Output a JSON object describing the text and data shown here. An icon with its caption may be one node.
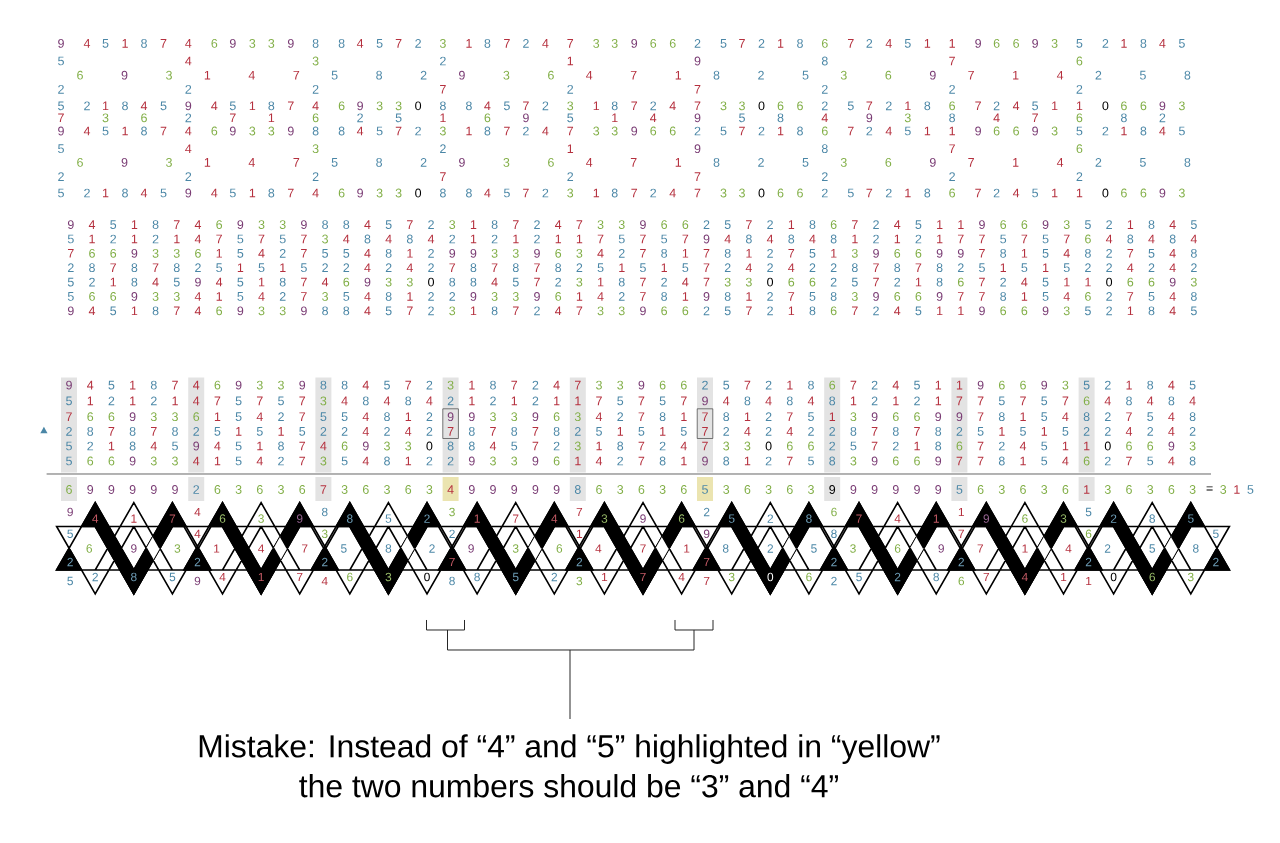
{
  "diagram": {
    "labels": [
      "9",
      "4",
      "5",
      "1",
      "8",
      "7",
      "4",
      "6",
      "9",
      "3",
      "3",
      "9",
      "8",
      "8",
      "4",
      "5",
      "7",
      "2",
      "3",
      "1",
      "8",
      "7",
      "2",
      "4",
      "7",
      "3",
      "3",
      "9",
      "6",
      "6",
      "2",
      "5",
      "7",
      "2",
      "1",
      "8",
      "6",
      "7",
      "2",
      "4",
      "5",
      "1",
      "1",
      "9",
      "6",
      "6",
      "9",
      "3",
      "5",
      "2",
      "1",
      "8",
      "4",
      "5",
      "5",
      "4",
      "3",
      "2",
      "1",
      "9",
      "8",
      "7",
      "6",
      "6",
      "9",
      "3",
      "1",
      "4",
      "7",
      "5",
      "8",
      "2",
      "9",
      "3",
      "6",
      "4",
      "7",
      "1",
      "8",
      "2",
      "5",
      "3",
      "6",
      "9",
      "7",
      "1",
      "4",
      "2",
      "5",
      "8",
      "2",
      "2",
      "2",
      "7",
      "2",
      "7",
      "2",
      "2",
      "2",
      "5",
      "2",
      "1",
      "8",
      "4",
      "5",
      "9",
      "4",
      "5",
      "1",
      "8",
      "7",
      "4",
      "6",
      "9",
      "3",
      "3",
      "0",
      "8",
      "8",
      "4",
      "5",
      "7",
      "2",
      "3",
      "1",
      "8",
      "7",
      "2",
      "4",
      "7",
      "3",
      "3",
      "0",
      "6",
      "6",
      "2",
      "5",
      "7",
      "2",
      "1",
      "8",
      "6",
      "7",
      "2",
      "4",
      "5",
      "1",
      "1",
      "0",
      "6",
      "6",
      "9",
      "3",
      "7",
      "3",
      "6",
      "2",
      "7",
      "1",
      "6",
      "2",
      "5",
      "1",
      "6",
      "9",
      "5",
      "1",
      "4",
      "9",
      "5",
      "8",
      "4",
      "9",
      "3",
      "8",
      "4",
      "7",
      "6",
      "8",
      "2",
      "9",
      "4",
      "5",
      "1",
      "8",
      "7",
      "4",
      "6",
      "9",
      "3",
      "3",
      "9",
      "8",
      "8",
      "4",
      "5",
      "7",
      "2",
      "3",
      "1",
      "8",
      "7",
      "2",
      "4",
      "7",
      "3",
      "3",
      "9",
      "6",
      "6",
      "2",
      "5",
      "7",
      "2",
      "1",
      "8",
      "6",
      "7",
      "2",
      "4",
      "5",
      "1",
      "1",
      "9",
      "6",
      "6",
      "9",
      "3",
      "5",
      "2",
      "1",
      "8",
      "4",
      "5",
      "5",
      "4",
      "3",
      "2",
      "1",
      "9",
      "8",
      "7",
      "6",
      "6",
      "9",
      "3",
      "1",
      "4",
      "7",
      "5",
      "8",
      "2",
      "9",
      "3",
      "6",
      "4",
      "7",
      "1",
      "8",
      "2",
      "5",
      "3",
      "6",
      "9",
      "7",
      "1",
      "4",
      "2",
      "5",
      "8",
      "2",
      "2",
      "2",
      "7",
      "2",
      "7",
      "2",
      "2",
      "2",
      "5",
      "2",
      "1",
      "8",
      "4",
      "5",
      "9",
      "4",
      "5",
      "1",
      "8",
      "7",
      "4",
      "6",
      "9",
      "3",
      "3",
      "0",
      "8",
      "8",
      "4",
      "5",
      "7",
      "2",
      "3",
      "1",
      "8",
      "7",
      "2",
      "4",
      "7",
      "3",
      "3",
      "0",
      "6",
      "6",
      "2",
      "5",
      "7",
      "2",
      "1",
      "8",
      "6",
      "7",
      "2",
      "4",
      "5",
      "1",
      "1",
      "0",
      "6",
      "6",
      "9",
      "3",
      "9",
      "4",
      "5",
      "1",
      "8",
      "7",
      "4",
      "6",
      "9",
      "3",
      "3",
      "9",
      "8",
      "8",
      "4",
      "5",
      "7",
      "2",
      "3",
      "1",
      "8",
      "7",
      "2",
      "4",
      "7",
      "3",
      "3",
      "9",
      "6",
      "6",
      "2",
      "5",
      "7",
      "2",
      "1",
      "8",
      "6",
      "7",
      "2",
      "4",
      "5",
      "1",
      "1",
      "9",
      "6",
      "6",
      "9",
      "3",
      "5",
      "2",
      "1",
      "8",
      "4",
      "5",
      "5",
      "1",
      "2",
      "1",
      "2",
      "1",
      "4",
      "7",
      "5",
      "7",
      "5",
      "7",
      "3",
      "4",
      "8",
      "4",
      "8",
      "4",
      "2",
      "1",
      "2",
      "1",
      "2",
      "1",
      "1",
      "7",
      "5",
      "7",
      "5",
      "7",
      "9",
      "4",
      "8",
      "4",
      "8",
      "4",
      "8",
      "1",
      "2",
      "1",
      "2",
      "1",
      "7",
      "7",
      "5",
      "7",
      "5",
      "7",
      "6",
      "4",
      "8",
      "4",
      "8",
      "4",
      "7",
      "6",
      "6",
      "9",
      "3",
      "3",
      "6",
      "1",
      "5",
      "4",
      "2",
      "7",
      "5",
      "5",
      "4",
      "8",
      "1",
      "2",
      "9",
      "9",
      "3",
      "3",
      "9",
      "6",
      "3",
      "4",
      "2",
      "7",
      "8",
      "1",
      "7",
      "8",
      "1",
      "2",
      "7",
      "5",
      "1",
      "3",
      "9",
      "6",
      "6",
      "9",
      "9",
      "7",
      "8",
      "1",
      "5",
      "4",
      "8",
      "2",
      "7",
      "5",
      "4",
      "8",
      "2",
      "8",
      "7",
      "8",
      "7",
      "8",
      "2",
      "5",
      "1",
      "5",
      "1",
      "5",
      "2",
      "2",
      "4",
      "2",
      "4",
      "2",
      "7",
      "8",
      "7",
      "8",
      "7",
      "8",
      "2",
      "5",
      "1",
      "5",
      "1",
      "5",
      "7",
      "2",
      "4",
      "2",
      "4",
      "2",
      "2",
      "8",
      "7",
      "8",
      "7",
      "8",
      "2",
      "5",
      "1",
      "5",
      "1",
      "5",
      "2",
      "2",
      "4",
      "2",
      "4",
      "2",
      "5",
      "2",
      "1",
      "8",
      "4",
      "5",
      "9",
      "4",
      "5",
      "1",
      "8",
      "7",
      "4",
      "6",
      "9",
      "3",
      "3",
      "0",
      "8",
      "8",
      "4",
      "5",
      "7",
      "2",
      "3",
      "1",
      "8",
      "7",
      "2",
      "4",
      "7",
      "3",
      "3",
      "0",
      "6",
      "6",
      "2",
      "5",
      "7",
      "2",
      "1",
      "8",
      "6",
      "7",
      "2",
      "4",
      "5",
      "1",
      "1",
      "0",
      "6",
      "6",
      "9",
      "3",
      "5",
      "6",
      "6",
      "9",
      "3",
      "3",
      "4",
      "1",
      "5",
      "4",
      "2",
      "7",
      "3",
      "5",
      "4",
      "8",
      "1",
      "2",
      "2",
      "9",
      "3",
      "3",
      "9",
      "6",
      "1",
      "4",
      "2",
      "7",
      "8",
      "1",
      "9",
      "8",
      "1",
      "2",
      "7",
      "5",
      "8",
      "3",
      "9",
      "6",
      "6",
      "9",
      "7",
      "7",
      "8",
      "1",
      "5",
      "4",
      "6",
      "2",
      "7",
      "5",
      "4",
      "8",
      "9",
      "4",
      "5",
      "1",
      "8",
      "7",
      "4",
      "6",
      "9",
      "3",
      "3",
      "9",
      "8",
      "8",
      "4",
      "5",
      "7",
      "2",
      "3",
      "1",
      "8",
      "7",
      "2",
      "4",
      "7",
      "3",
      "3",
      "9",
      "6",
      "6",
      "2",
      "5",
      "7",
      "2",
      "1",
      "8",
      "6",
      "7",
      "2",
      "4",
      "5",
      "1",
      "1",
      "9",
      "6",
      "6",
      "9",
      "3",
      "5",
      "2",
      "1",
      "8",
      "4",
      "5",
      "9",
      "4",
      "5",
      "1",
      "8",
      "7",
      "4",
      "6",
      "9",
      "3",
      "3",
      "9",
      "8",
      "8",
      "4",
      "5",
      "7",
      "2",
      "3",
      "1",
      "8",
      "7",
      "2",
      "4",
      "7",
      "3",
      "3",
      "9",
      "6",
      "6",
      "2",
      "5",
      "7",
      "2",
      "1",
      "8",
      "6",
      "7",
      "2",
      "4",
      "5",
      "1",
      "1",
      "9",
      "6",
      "6",
      "9",
      "3",
      "5",
      "2",
      "1",
      "8",
      "4",
      "5",
      "5",
      "1",
      "2",
      "1",
      "2",
      "1",
      "4",
      "7",
      "5",
      "7",
      "5",
      "7",
      "3",
      "4",
      "8",
      "4",
      "8",
      "4",
      "2",
      "1",
      "2",
      "1",
      "2",
      "1",
      "1",
      "7",
      "5",
      "7",
      "5",
      "7",
      "9",
      "4",
      "8",
      "4",
      "8",
      "4",
      "8",
      "1",
      "2",
      "1",
      "2",
      "1",
      "7",
      "7",
      "5",
      "7",
      "5",
      "7",
      "6",
      "4",
      "8",
      "4",
      "8",
      "4",
      "7",
      "6",
      "6",
      "9",
      "3",
      "3",
      "6",
      "1",
      "5",
      "4",
      "2",
      "7",
      "5",
      "5",
      "4",
      "8",
      "1",
      "2",
      "9",
      "9",
      "3",
      "3",
      "9",
      "6",
      "3",
      "4",
      "2",
      "7",
      "8",
      "1",
      "7",
      "8",
      "1",
      "2",
      "7",
      "5",
      "1",
      "3",
      "9",
      "6",
      "6",
      "9",
      "9",
      "7",
      "8",
      "1",
      "5",
      "4",
      "8",
      "2",
      "7",
      "5",
      "4",
      "8",
      "2",
      "8",
      "7",
      "8",
      "7",
      "8",
      "2",
      "5",
      "1",
      "5",
      "1",
      "5",
      "2",
      "2",
      "4",
      "2",
      "4",
      "2",
      "7",
      "8",
      "7",
      "8",
      "7",
      "8",
      "2",
      "5",
      "1",
      "5",
      "1",
      "5",
      "7",
      "2",
      "4",
      "2",
      "4",
      "2",
      "2",
      "8",
      "7",
      "8",
      "7",
      "8",
      "2",
      "5",
      "1",
      "5",
      "1",
      "5",
      "2",
      "2",
      "4",
      "2",
      "4",
      "2",
      "5",
      "2",
      "1",
      "8",
      "4",
      "5",
      "9",
      "4",
      "5",
      "1",
      "8",
      "7",
      "4",
      "6",
      "9",
      "3",
      "3",
      "0",
      "8",
      "8",
      "4",
      "5",
      "7",
      "2",
      "3",
      "1",
      "8",
      "7",
      "2",
      "4",
      "7",
      "3",
      "3",
      "0",
      "6",
      "6",
      "2",
      "5",
      "7",
      "2",
      "1",
      "8",
      "6",
      "7",
      "2",
      "4",
      "5",
      "1",
      "1",
      "0",
      "6",
      "6",
      "9",
      "3",
      "5",
      "6",
      "6",
      "9",
      "3",
      "3",
      "4",
      "1",
      "5",
      "4",
      "2",
      "7",
      "3",
      "5",
      "4",
      "8",
      "1",
      "2",
      "2",
      "9",
      "3",
      "3",
      "9",
      "6",
      "1",
      "4",
      "2",
      "7",
      "8",
      "1",
      "9",
      "8",
      "1",
      "2",
      "7",
      "5",
      "8",
      "3",
      "9",
      "6",
      "6",
      "9",
      "7",
      "7",
      "8",
      "1",
      "5",
      "4",
      "6",
      "2",
      "7",
      "5",
      "4",
      "8",
      "6",
      "9",
      "9",
      "9",
      "9",
      "9",
      "2",
      "6",
      "3",
      "6",
      "3",
      "6",
      "7",
      "3",
      "6",
      "3",
      "6",
      "3",
      "4",
      "9",
      "9",
      "9",
      "9",
      "9",
      "8",
      "6",
      "3",
      "6",
      "3",
      "6",
      "5",
      "3",
      "6",
      "3",
      "6",
      "3",
      "9",
      "9",
      "9",
      "9",
      "9",
      "9",
      "5",
      "6",
      "3",
      "6",
      "3",
      "6",
      "1",
      "3",
      "6",
      "3",
      "6",
      "3",
      "=",
      "3",
      "1",
      "5",
      "9",
      "4",
      "1",
      "7",
      "4",
      "6",
      "3",
      "9",
      "8",
      "8",
      "5",
      "2",
      "3",
      "1",
      "7",
      "4",
      "7",
      "3",
      "9",
      "6",
      "2",
      "5",
      "2",
      "8",
      "6",
      "7",
      "4",
      "1",
      "1",
      "9",
      "6",
      "3",
      "5",
      "2",
      "8",
      "5",
      "5",
      "4",
      "3",
      "2",
      "1",
      "9",
      "8",
      "7",
      "6",
      "5",
      "6",
      "9",
      "3",
      "1",
      "4",
      "7",
      "5",
      "8",
      "2",
      "9",
      "3",
      "6",
      "4",
      "7",
      "1",
      "8",
      "2",
      "5",
      "3",
      "6",
      "9",
      "7",
      "1",
      "4",
      "2",
      "5",
      "8",
      "2",
      "2",
      "2",
      "7",
      "2",
      "7",
      "2",
      "2",
      "2",
      "2",
      "5",
      "2",
      "8",
      "5",
      "9",
      "4",
      "1",
      "7",
      "4",
      "6",
      "3",
      "0",
      "8",
      "8",
      "5",
      "2",
      "3",
      "1",
      "7",
      "4",
      "7",
      "3",
      "0",
      "6",
      "2",
      "5",
      "2",
      "8",
      "6",
      "7",
      "4",
      "1",
      "1",
      "0",
      "6",
      "3",
      "Mistake: Instead of “4” and “5” highlighted in “yellow” the two numbers should be “3” and “4”"
    ]
  }
}
